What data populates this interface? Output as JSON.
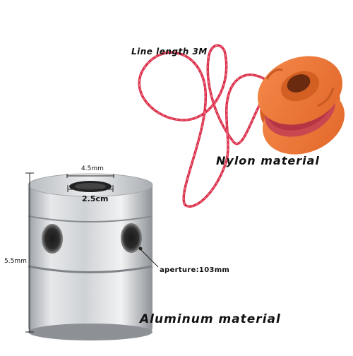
{
  "labels": {
    "line_length": "Line length 3M",
    "nylon": "Nylon material",
    "aluminum": "Aluminum material",
    "aperture": "aperture:103mm",
    "outer_width": "4.5mm",
    "inner_width": "2.5cm",
    "height": "5.5mm"
  },
  "colors": {
    "spool": "#f07a35",
    "spool_dark": "#d45f22",
    "line": "#d92f4a",
    "aluminum": "#c9ccd0",
    "aluminum_dark": "#8d9196"
  }
}
